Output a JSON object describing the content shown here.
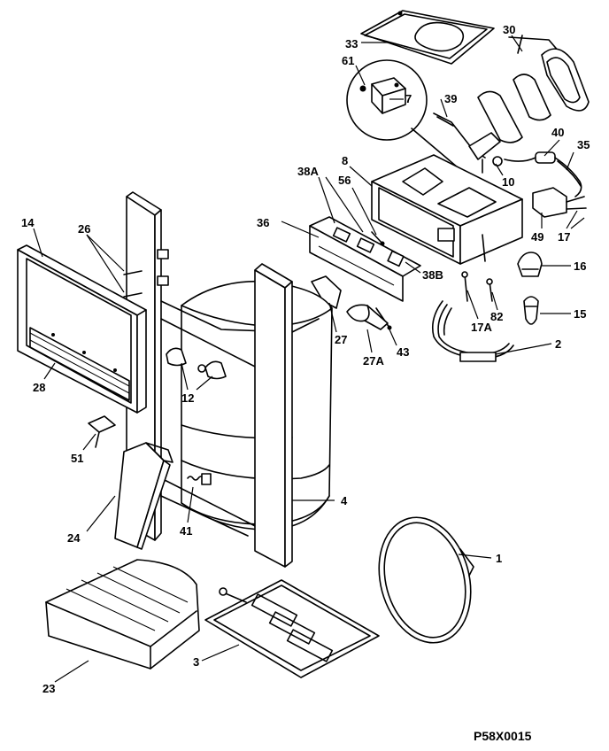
{
  "diagram": {
    "code": "P58X0015",
    "labels": {
      "l1": "1",
      "l2": "2",
      "l3": "3",
      "l4": "4",
      "l7": "7",
      "l8": "8",
      "l10": "10",
      "l12": "12",
      "l14": "14",
      "l15": "15",
      "l16": "16",
      "l17": "17",
      "l17a": "17A",
      "l23": "23",
      "l24": "24",
      "l26": "26",
      "l27": "27",
      "l27a": "27A",
      "l28": "28",
      "l30": "30",
      "l33": "33",
      "l35": "35",
      "l36": "36",
      "l38a": "38A",
      "l38b": "38B",
      "l39": "39",
      "l40": "40",
      "l41": "41",
      "l43": "43",
      "l49": "49",
      "l51": "51",
      "l56": "56",
      "l61": "61",
      "l82": "82"
    }
  }
}
